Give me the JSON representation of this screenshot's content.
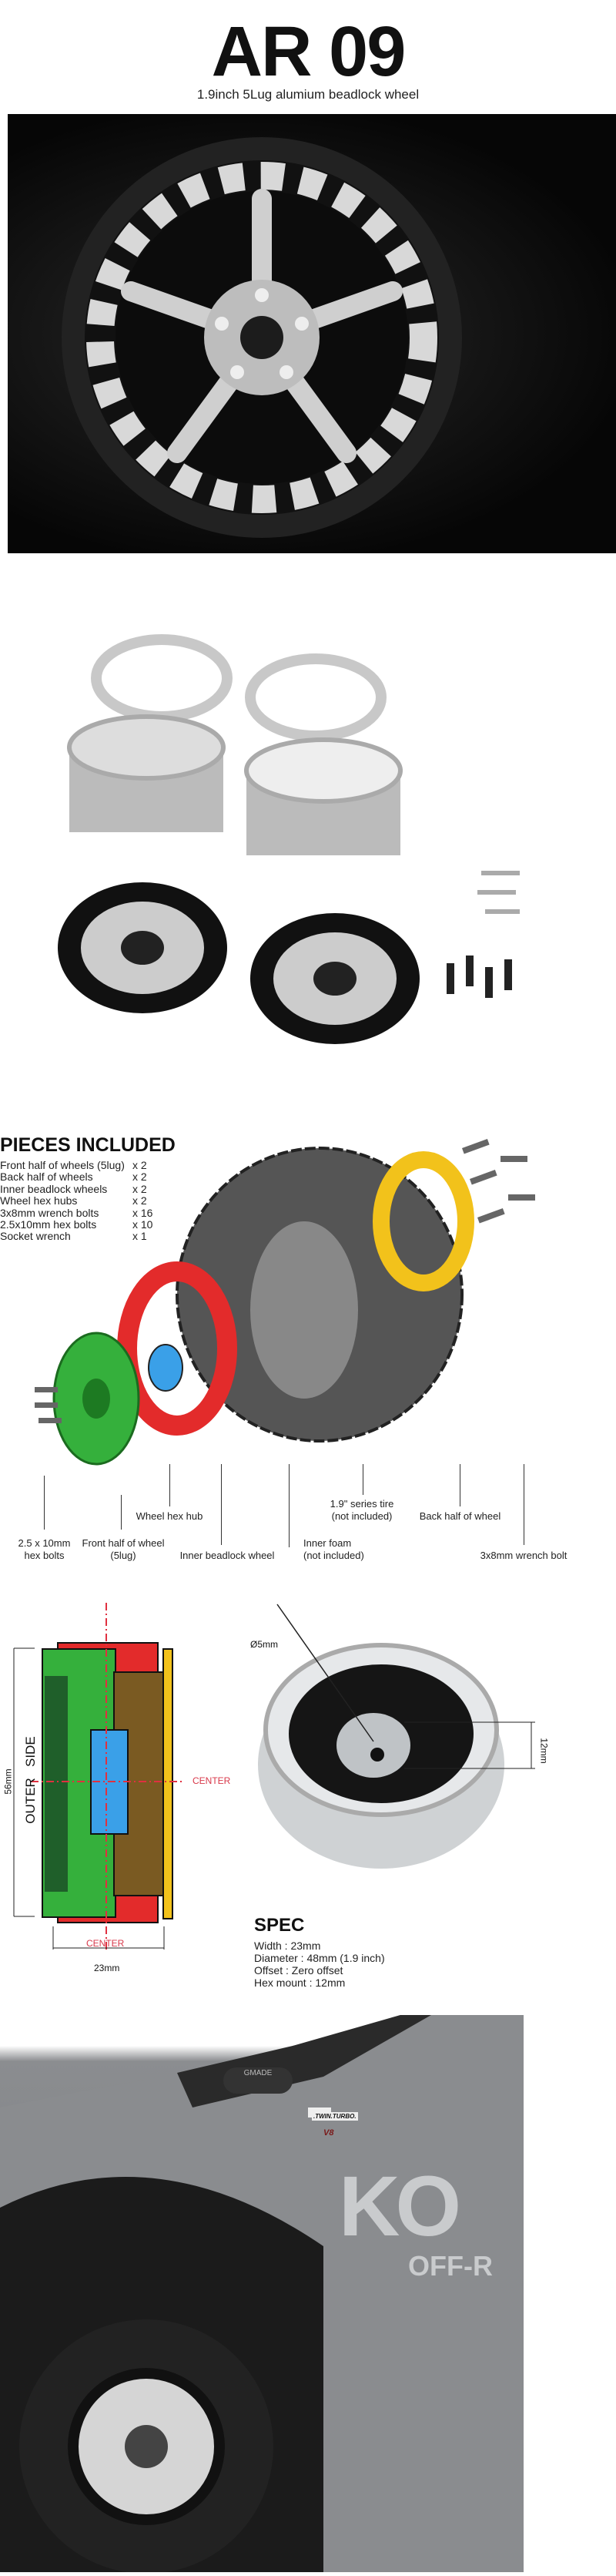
{
  "header": {
    "title": "AR 09",
    "subtitle": "1.9inch 5Lug alumium beadlock wheel"
  },
  "pieces": {
    "title": "PIECES INCLUDED",
    "items": [
      {
        "name": "Front half of wheels (5lug)",
        "qty": "x 2"
      },
      {
        "name": "Back half of wheels",
        "qty": "x 2"
      },
      {
        "name": "Inner beadlock wheels",
        "qty": "x 2"
      },
      {
        "name": "Wheel hex hubs",
        "qty": "x 2"
      },
      {
        "name": "3x8mm wrench bolts",
        "qty": "x 16"
      },
      {
        "name": "2.5x10mm hex bolts",
        "qty": "x 10"
      },
      {
        "name": "Socket wrench",
        "qty": "x 1"
      }
    ],
    "labels": {
      "hex_bolts": "2.5 x 10mm\nhex bolts",
      "front_half": "Front half of wheel\n(5lug)",
      "hex_hub": "Wheel hex hub",
      "inner_beadlock": "Inner beadlock wheel",
      "inner_foam": "Inner foam\n(not included)",
      "tire": "1.9\" series tire\n(not included)",
      "back_half": "Back half of wheel",
      "wrench_bolt": "3x8mm wrench bolt"
    }
  },
  "diagram": {
    "height": "56mm",
    "side": "OUTER   SIDE",
    "center": "CENTER",
    "width": "23mm",
    "bore": "Ø5mm",
    "hex": "12mm"
  },
  "spec": {
    "title": "SPEC",
    "lines": [
      "Width : 23mm",
      "Diameter : 48mm (1.9 inch)",
      "Offset : Zero offset",
      "Hex mount : 12mm"
    ]
  },
  "truck": {
    "snorkel": "GMADE",
    "badge": ".TWIN.TURBO.",
    "badge2": "V8",
    "decal": "KO",
    "decal2": "OFF-R"
  },
  "colors": {
    "red": "#e32b2b",
    "green": "#35b03c",
    "blue": "#3aa0e8",
    "yellow": "#f2c21b",
    "center_text": "#d8384a"
  }
}
